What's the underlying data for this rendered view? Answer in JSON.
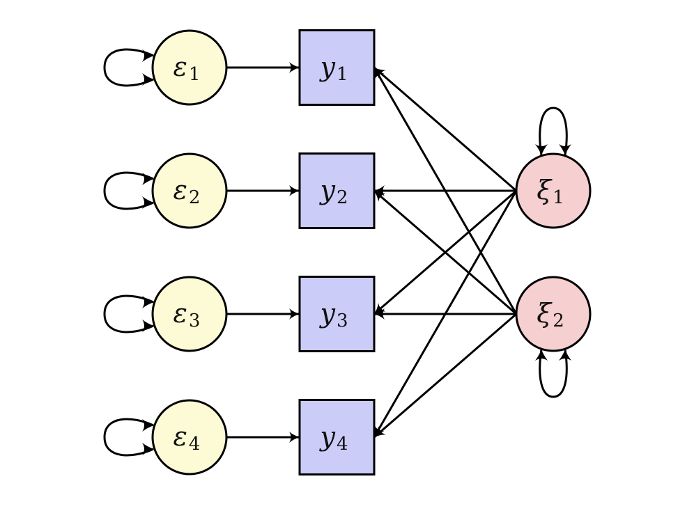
{
  "diagram": {
    "type": "structural-equation-model",
    "colors": {
      "error_fill": "#fdfbd6",
      "indicator_fill": "#ccccf8",
      "latent_fill": "#f6cfd0",
      "stroke": "#000000"
    },
    "errors": [
      {
        "id": "e1",
        "symbol": "ε",
        "sub": "1"
      },
      {
        "id": "e2",
        "symbol": "ε",
        "sub": "2"
      },
      {
        "id": "e3",
        "symbol": "ε",
        "sub": "3"
      },
      {
        "id": "e4",
        "symbol": "ε",
        "sub": "4"
      }
    ],
    "indicators": [
      {
        "id": "y1",
        "symbol": "y",
        "sub": "1"
      },
      {
        "id": "y2",
        "symbol": "y",
        "sub": "2"
      },
      {
        "id": "y3",
        "symbol": "y",
        "sub": "3"
      },
      {
        "id": "y4",
        "symbol": "y",
        "sub": "4"
      }
    ],
    "latents": [
      {
        "id": "xi1",
        "symbol": "ξ",
        "sub": "1",
        "self_loop": "top"
      },
      {
        "id": "xi2",
        "symbol": "ξ",
        "sub": "2",
        "self_loop": "bottom"
      }
    ],
    "edges": [
      {
        "from": "e1",
        "to": "y1"
      },
      {
        "from": "e2",
        "to": "y2"
      },
      {
        "from": "e3",
        "to": "y3"
      },
      {
        "from": "e4",
        "to": "y4"
      },
      {
        "from": "xi1",
        "to": "y1"
      },
      {
        "from": "xi1",
        "to": "y2"
      },
      {
        "from": "xi1",
        "to": "y3"
      },
      {
        "from": "xi1",
        "to": "y4"
      },
      {
        "from": "xi2",
        "to": "y1"
      },
      {
        "from": "xi2",
        "to": "y2"
      },
      {
        "from": "xi2",
        "to": "y3"
      },
      {
        "from": "xi2",
        "to": "y4"
      }
    ]
  }
}
